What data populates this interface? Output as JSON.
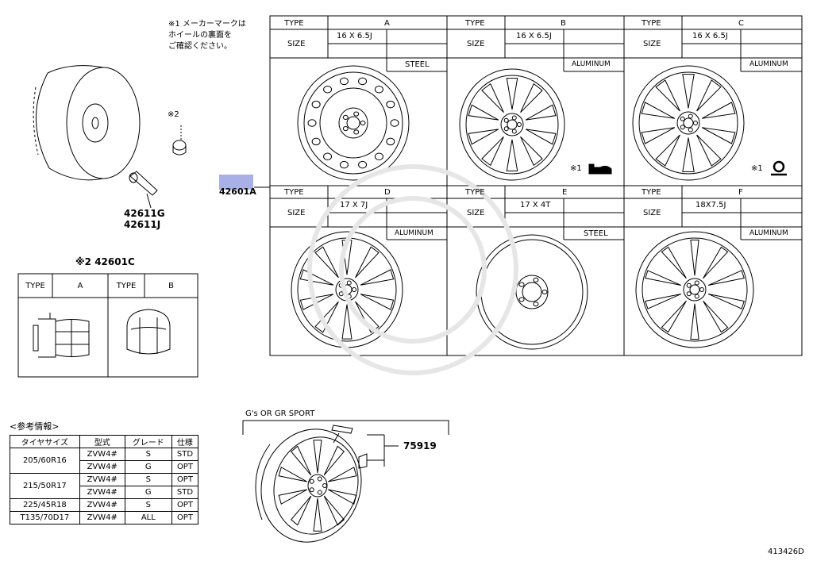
{
  "note_mark": "※1 メーカーマークは\nホイールの裏面を\nご確認ください。",
  "wheels": [
    {
      "type_label": "TYPE",
      "type": "A",
      "size_label": "SIZE",
      "size": "16 X 6.5J",
      "material": "STEEL",
      "mark": ""
    },
    {
      "type_label": "TYPE",
      "type": "B",
      "size_label": "SIZE",
      "size": "16 X 6.5J",
      "material": "ALUMINUM",
      "mark": "※1"
    },
    {
      "type_label": "TYPE",
      "type": "C",
      "size_label": "SIZE",
      "size": "16 X 6.5J",
      "material": "ALUMINUM",
      "mark": "※1"
    },
    {
      "type_label": "TYPE",
      "type": "D",
      "size_label": "SIZE",
      "size": "17 X 7J",
      "material": "ALUMINUM",
      "mark": ""
    },
    {
      "type_label": "TYPE",
      "type": "E",
      "size_label": "SIZE",
      "size": "17 X 4T",
      "material": "STEEL",
      "mark": ""
    },
    {
      "type_label": "TYPE",
      "type": "F",
      "size_label": "SIZE",
      "size": "18X7.5J",
      "material": "ALUMINUM",
      "mark": ""
    }
  ],
  "parts": {
    "valve_1": "42611G",
    "valve_2": "42611J",
    "wheel_main": "42601A",
    "nut_note": "※2",
    "nut_label": "※2 42601C",
    "gs_part": "75919",
    "gs_title": "G's OR GR SPORT",
    "diagram_id": "413426D"
  },
  "nut_table": {
    "type_label": "TYPE",
    "a": "A",
    "b": "B"
  },
  "ref_table": {
    "title": "<参考情報>",
    "headers": [
      "タイヤサイズ",
      "型式",
      "グレード",
      "仕様"
    ],
    "rows": [
      {
        "tire": "205/60R16",
        "model": "ZVW4#",
        "grade": "S",
        "spec": "STD"
      },
      {
        "tire": "",
        "model": "ZVW4#",
        "grade": "G",
        "spec": "OPT"
      },
      {
        "tire": "215/50R17",
        "model": "ZVW4#",
        "grade": "S",
        "spec": "OPT"
      },
      {
        "tire": "",
        "model": "ZVW4#",
        "grade": "G",
        "spec": "STD"
      },
      {
        "tire": "225/45R18",
        "model": "ZVW4#",
        "grade": "S",
        "spec": "OPT"
      },
      {
        "tire": "T135/70D17",
        "model": "ZVW4#",
        "grade": "ALL",
        "spec": "OPT"
      }
    ]
  }
}
